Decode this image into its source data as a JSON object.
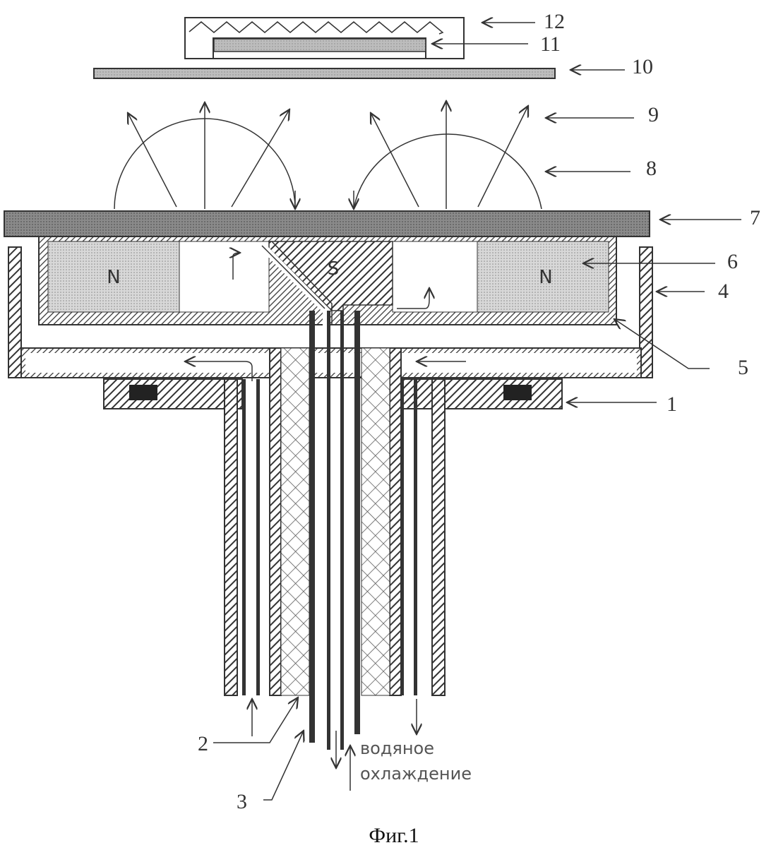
{
  "figure": {
    "caption": "Фиг.1",
    "cooling_label_line1": "водяное",
    "cooling_label_line2": "охлаждение",
    "pole_labels": {
      "north_left": "N",
      "south_center": "S",
      "north_right": "N"
    },
    "callouts": [
      {
        "id": "1",
        "label": "1"
      },
      {
        "id": "2",
        "label": "2"
      },
      {
        "id": "3",
        "label": "3"
      },
      {
        "id": "4",
        "label": "4"
      },
      {
        "id": "5",
        "label": "5"
      },
      {
        "id": "6",
        "label": "6"
      },
      {
        "id": "7",
        "label": "7"
      },
      {
        "id": "8",
        "label": "8"
      },
      {
        "id": "9",
        "label": "9"
      },
      {
        "id": "10",
        "label": "10"
      },
      {
        "id": "11",
        "label": "11"
      },
      {
        "id": "12",
        "label": "12"
      }
    ]
  }
}
